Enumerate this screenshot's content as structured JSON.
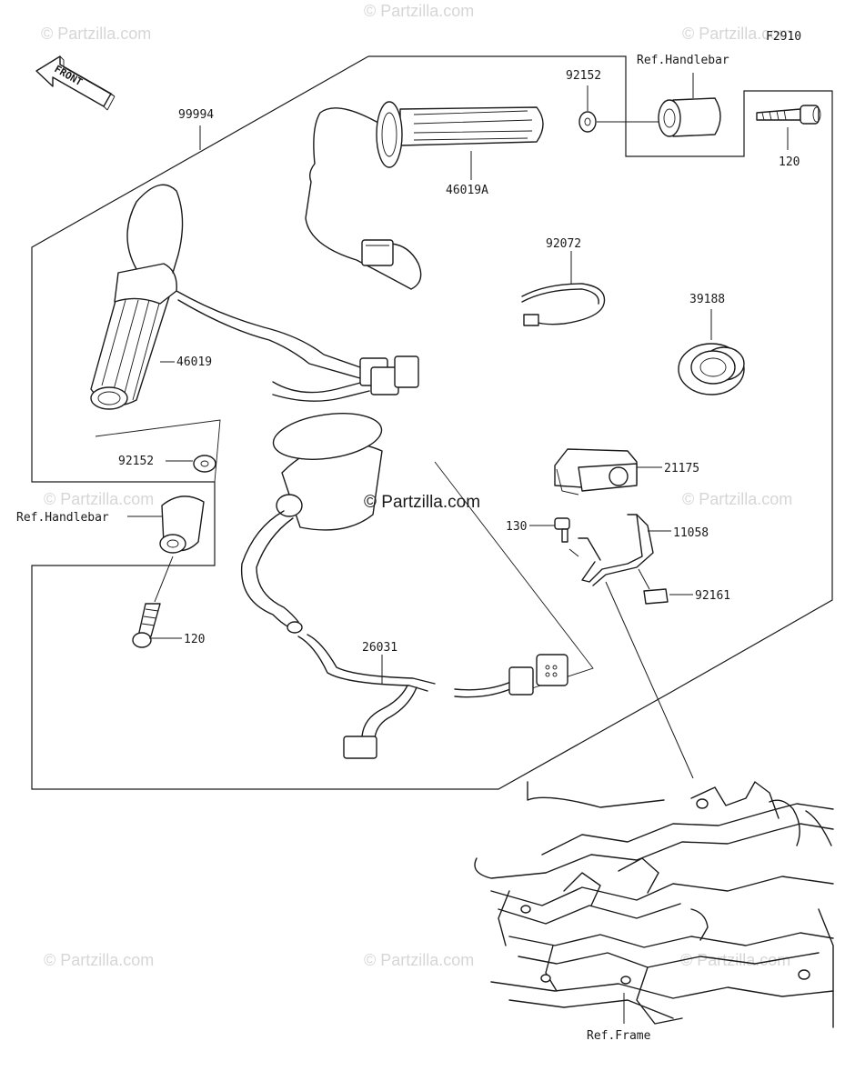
{
  "figure_code": "F2910",
  "front_arrow_label": "FRONT",
  "watermark_text": "© Partzilla.com",
  "center_watermark_text": "© Partzilla.com",
  "parts": {
    "kit_99994": "99994",
    "grip_46019A": "46019A",
    "grip_46019": "46019",
    "washer_92152_top": "92152",
    "washer_92152_left": "92152",
    "bolt_120_right": "120",
    "bolt_120_left": "120",
    "band_92072": "92072",
    "ring_39188": "39188",
    "controller_21175": "21175",
    "bolt_130": "130",
    "bracket_11058": "11058",
    "damper_92161": "92161",
    "harness_26031": "26031"
  },
  "references": {
    "handlebar_top": "Ref.Handlebar",
    "handlebar_left": "Ref.Handlebar",
    "frame": "Ref.Frame"
  }
}
